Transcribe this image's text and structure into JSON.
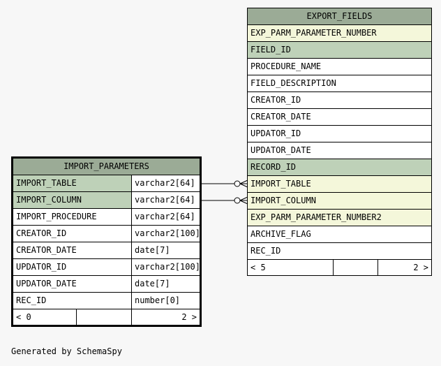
{
  "export_fields": {
    "title": "EXPORT_FIELDS",
    "columns": [
      {
        "name": "EXP_PARM_PARAMETER_NUMBER",
        "kind": "fk"
      },
      {
        "name": "FIELD_ID",
        "kind": "pk"
      },
      {
        "name": "PROCEDURE_NAME",
        "kind": "plain"
      },
      {
        "name": "FIELD_DESCRIPTION",
        "kind": "plain"
      },
      {
        "name": "CREATOR_ID",
        "kind": "plain"
      },
      {
        "name": "CREATOR_DATE",
        "kind": "plain"
      },
      {
        "name": "UPDATOR_ID",
        "kind": "plain"
      },
      {
        "name": "UPDATOR_DATE",
        "kind": "plain"
      },
      {
        "name": "RECORD_ID",
        "kind": "pk"
      },
      {
        "name": "IMPORT_TABLE",
        "kind": "fk"
      },
      {
        "name": "IMPORT_COLUMN",
        "kind": "fk"
      },
      {
        "name": "EXP_PARM_PARAMETER_NUMBER2",
        "kind": "fk"
      },
      {
        "name": "ARCHIVE_FLAG",
        "kind": "plain"
      },
      {
        "name": "REC_ID",
        "kind": "plain"
      }
    ],
    "footer_left": "< 5",
    "footer_mid": "",
    "footer_right": "2 >"
  },
  "import_parameters": {
    "title": "IMPORT_PARAMETERS",
    "columns": [
      {
        "name": "IMPORT_TABLE",
        "type": "varchar2[64]",
        "kind": "pk"
      },
      {
        "name": "IMPORT_COLUMN",
        "type": "varchar2[64]",
        "kind": "pk"
      },
      {
        "name": "IMPORT_PROCEDURE",
        "type": "varchar2[64]",
        "kind": "plain"
      },
      {
        "name": "CREATOR_ID",
        "type": "varchar2[100]",
        "kind": "plain"
      },
      {
        "name": "CREATOR_DATE",
        "type": "date[7]",
        "kind": "plain"
      },
      {
        "name": "UPDATOR_ID",
        "type": "varchar2[100]",
        "kind": "plain"
      },
      {
        "name": "UPDATOR_DATE",
        "type": "date[7]",
        "kind": "plain"
      },
      {
        "name": "REC_ID",
        "type": "number[0]",
        "kind": "plain"
      }
    ],
    "footer_left": "< 0",
    "footer_mid": "",
    "footer_right": "2 >"
  },
  "colors": {
    "title": "#9bab96",
    "primary_key": "#bed1b8",
    "foreign_key": "#f4f7da",
    "background": "#f7f7f7"
  },
  "relationships": [
    {
      "from": "import_parameters.IMPORT_TABLE",
      "to": "export_fields.IMPORT_TABLE"
    },
    {
      "from": "import_parameters.IMPORT_COLUMN",
      "to": "export_fields.IMPORT_COLUMN"
    }
  ],
  "caption": "Generated by SchemaSpy"
}
